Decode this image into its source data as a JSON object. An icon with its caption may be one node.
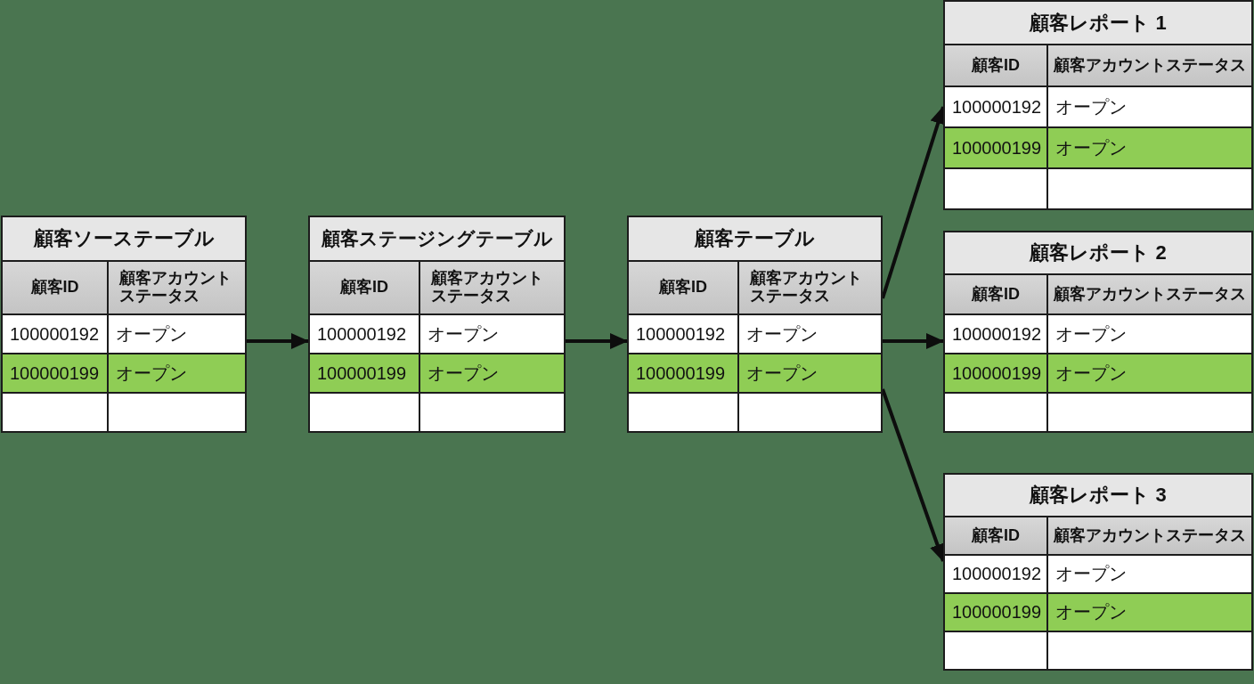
{
  "diagram": {
    "nodes": [
      {
        "text": [
          "顧客ソーステーブル",
          "顧客ID",
          "顧客アカウントステータス",
          "100000192",
          "オープン",
          "100000199",
          "オープン"
        ]
      },
      {
        "text": [
          "顧客ステージングテーブル",
          "顧客ID",
          "顧客アカウントステータス",
          "100000192",
          "オープン",
          "100000199",
          "オープン"
        ]
      },
      {
        "text": [
          "顧客テーブル",
          "顧客ID",
          "顧客アカウントステータス",
          "100000192",
          "オープン",
          "100000199",
          "オープン"
        ]
      },
      {
        "text": [
          "顧客レポート 1",
          "顧客ID",
          "顧客アカウントステータス",
          "100000192",
          "オープン",
          "100000199",
          "オープン"
        ]
      },
      {
        "text": [
          "顧客レポート 2",
          "顧客ID",
          "顧客アカウントステータス",
          "100000192",
          "オープン",
          "100000199",
          "オープン"
        ]
      },
      {
        "text": [
          "顧客レポート 3",
          "顧客ID",
          "顧客アカウントステータス",
          "100000192",
          "オープン",
          "100000199",
          "オープン"
        ]
      }
    ],
    "edges": [
      {
        "from": 0,
        "to": 1,
        "arrow": "to"
      },
      {
        "from": 1,
        "to": 2,
        "arrow": "to"
      },
      {
        "from": 2,
        "to": 3,
        "arrow": "to"
      },
      {
        "from": 2,
        "to": 4,
        "arrow": "to"
      },
      {
        "from": 2,
        "to": 5,
        "arrow": "to"
      }
    ]
  }
}
